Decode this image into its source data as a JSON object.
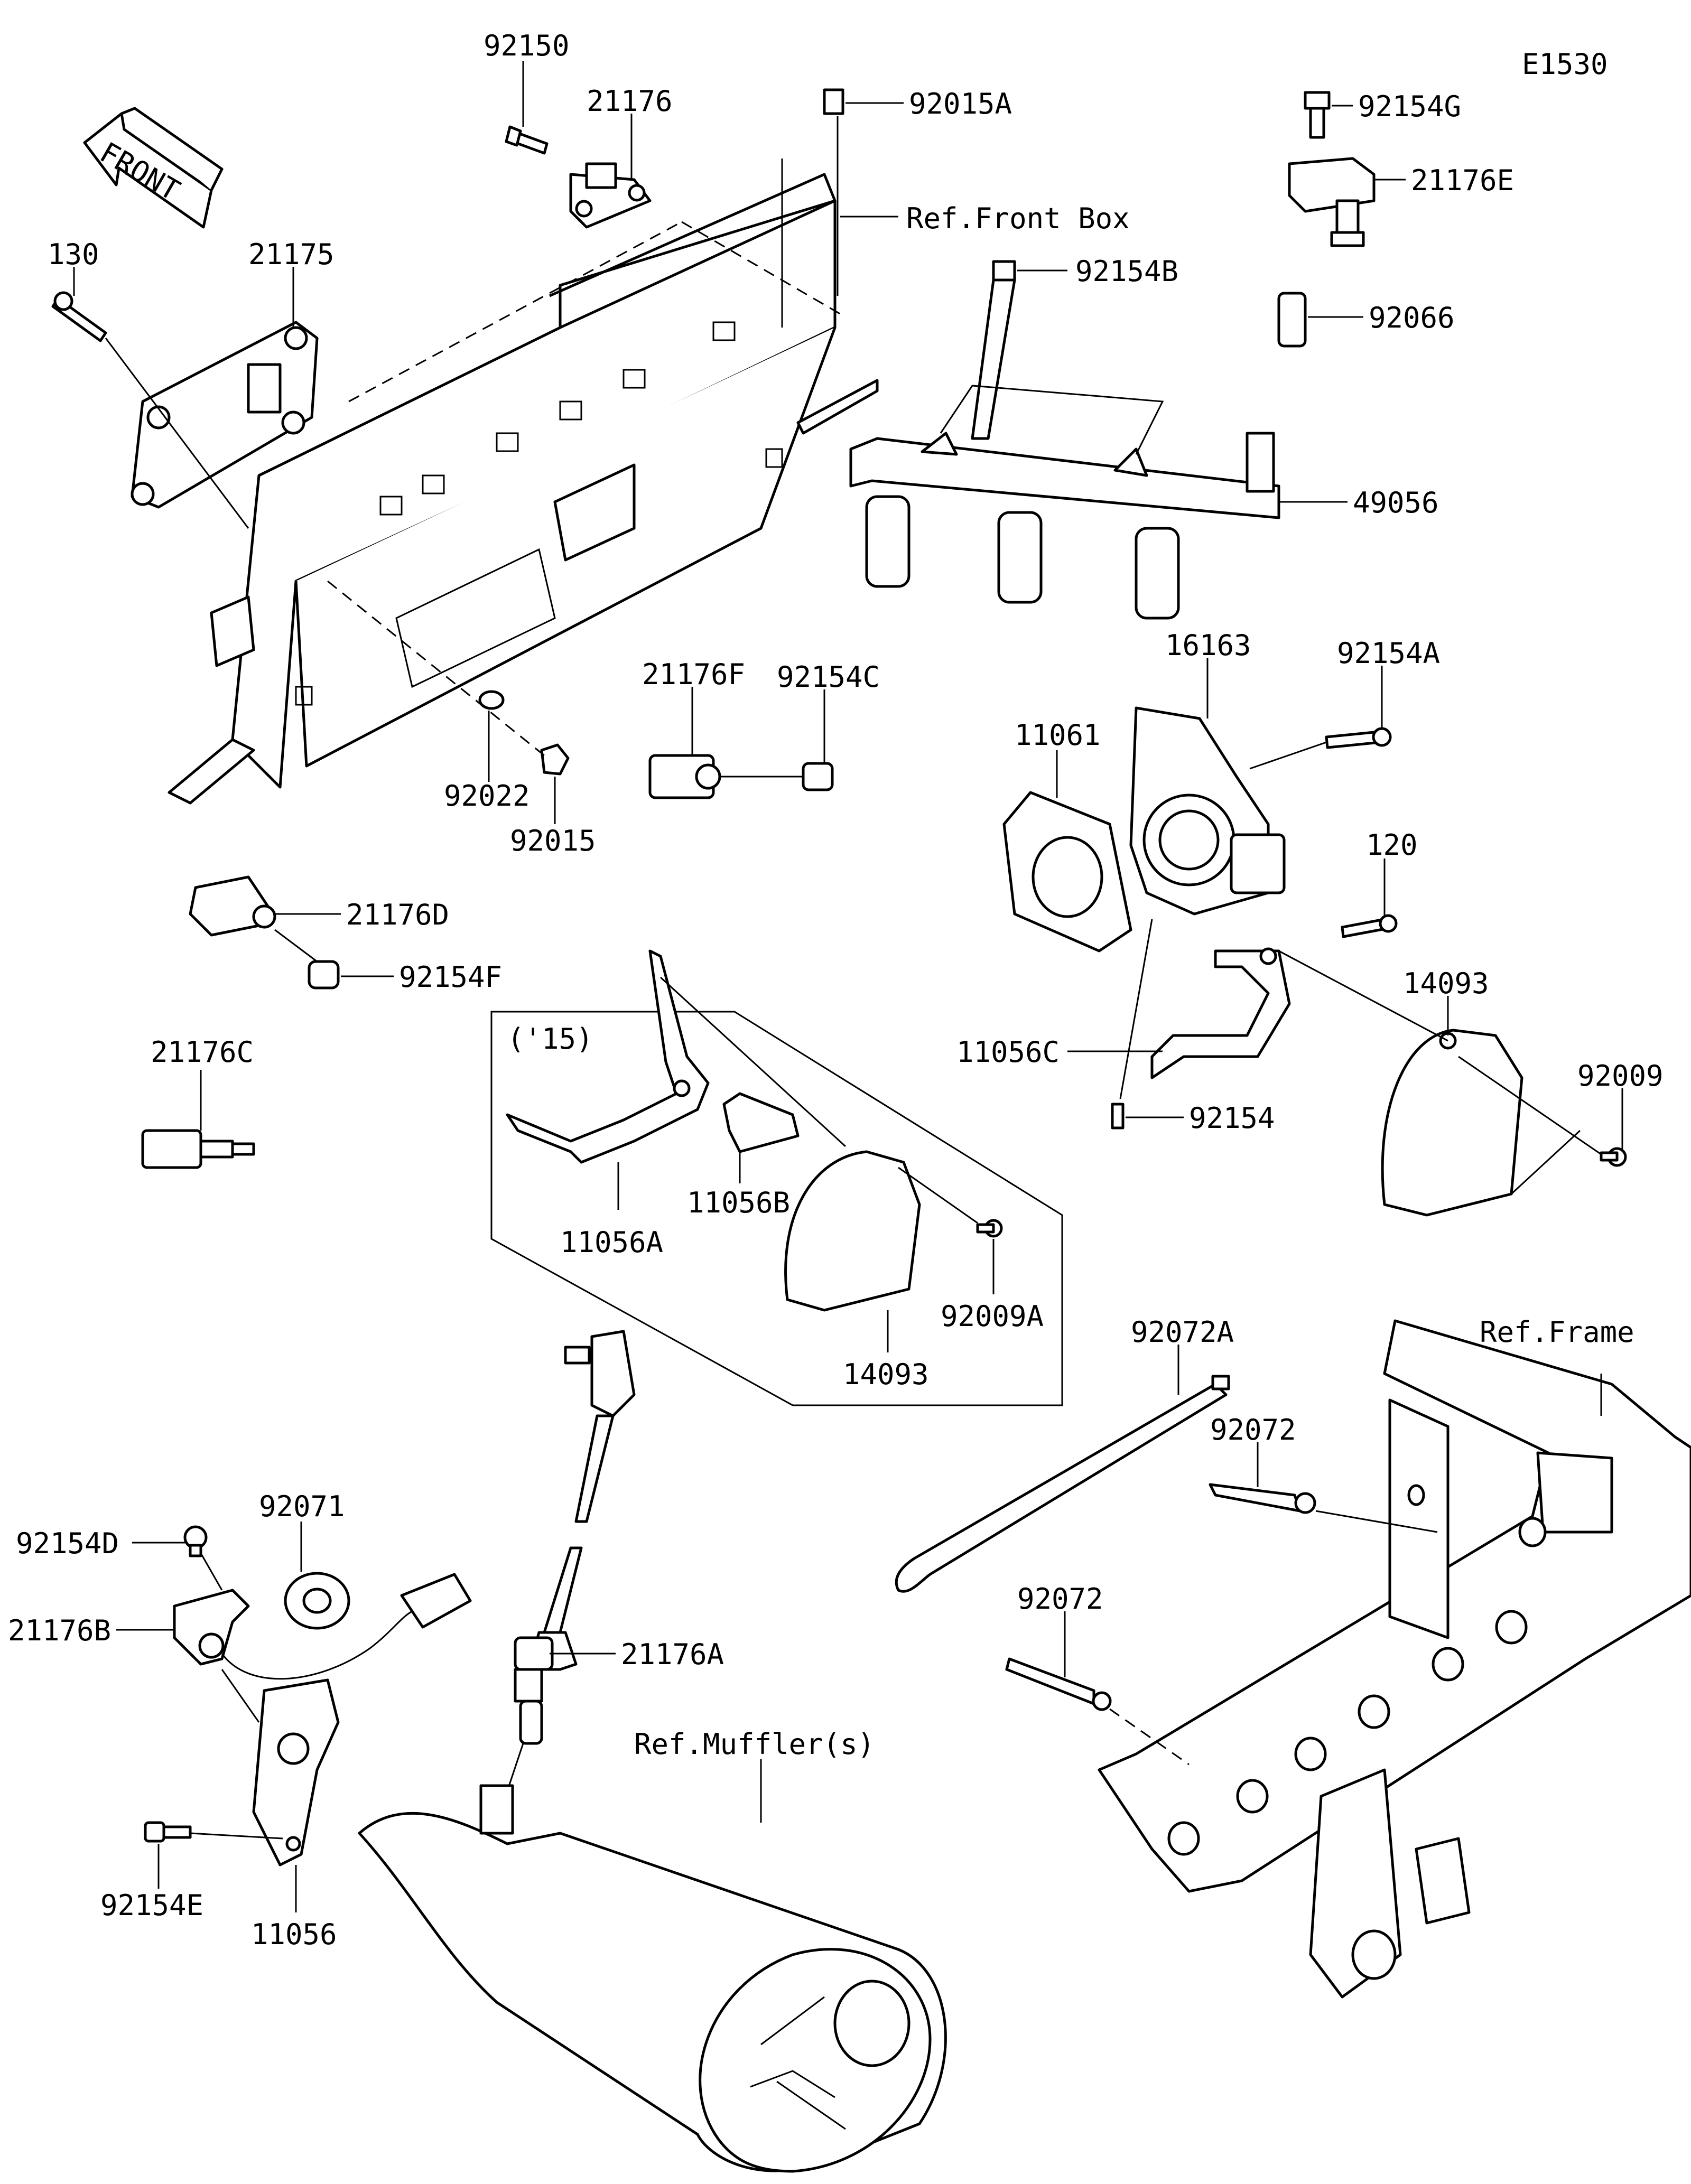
{
  "diagram": {
    "code": "E1530",
    "front_arrow": "FRONT",
    "refs": {
      "front_box": "Ref.Front Box",
      "frame": "Ref.Frame",
      "muffler": "Ref.Muffler(s)"
    },
    "inset_year": "('15)",
    "parts": {
      "p92150": "92150",
      "p21176": "21176",
      "p92015A": "92015A",
      "p92154G": "92154G",
      "p21176E": "21176E",
      "p130": "130",
      "p21175": "21175",
      "p92154B": "92154B",
      "p92066": "92066",
      "p49056": "49056",
      "p16163": "16163",
      "p92154A": "92154A",
      "p21176F": "21176F",
      "p92154C": "92154C",
      "p11061": "11061",
      "p92022": "92022",
      "p92015": "92015",
      "p120": "120",
      "p21176D": "21176D",
      "p92154F": "92154F",
      "p14093_r": "14093",
      "p11056C": "11056C",
      "p92009": "92009",
      "p92154": "92154",
      "p21176C": "21176C",
      "p11056A": "11056A",
      "p11056B": "11056B",
      "p92009A": "92009A",
      "p14093_i": "14093",
      "p92072A": "92072A",
      "p92072_a": "92072",
      "p92072_b": "92072",
      "p92071": "92071",
      "p92154D": "92154D",
      "p21176B": "21176B",
      "p21176A": "21176A",
      "p92154E": "92154E",
      "p11056": "11056"
    }
  }
}
